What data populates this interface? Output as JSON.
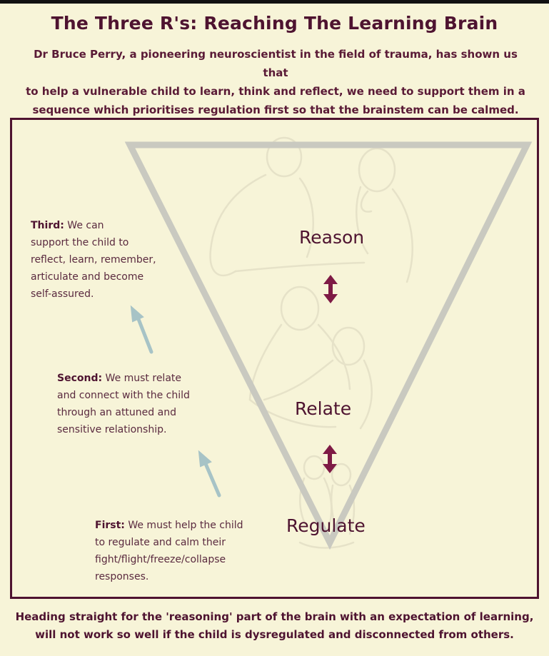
{
  "title": "The Three R's: Reaching The Learning Brain",
  "intro": [
    "Dr Bruce Perry, a pioneering neuroscientist in the field of trauma, has shown us that",
    "to help a vulnerable child to learn, think and reflect, we need to support them in a",
    "sequence which prioritises regulation first so that the brainstem can be calmed."
  ],
  "stages": {
    "reason": "Reason",
    "relate": "Relate",
    "regulate": "Regulate"
  },
  "notes": {
    "third": {
      "lead": "Third:",
      "lines": [
        " We can",
        "support the child to",
        "reflect, learn, remember,",
        "articulate and become",
        "self-assured."
      ]
    },
    "second": {
      "lead": "Second:",
      "lines": [
        " We must relate",
        "and connect with the child",
        "through an attuned and",
        "sensitive relationship."
      ]
    },
    "first": {
      "lead": "First:",
      "lines": [
        " We must help the child",
        "to regulate and calm their",
        "fight/flight/freeze/collapse",
        "responses."
      ]
    }
  },
  "footer": [
    "Heading straight for the 'reasoning' part of the brain with an expectation of learning,",
    "will not work so well if the child is dysregulated and disconnected from others."
  ],
  "colors": {
    "background": "#f7f4d8",
    "accent": "#4e1330",
    "arrow": "#7e1a45",
    "triangle": "#c9c9c0",
    "up_arrow": "#a7c3c6"
  },
  "icons": [
    "double-arrow-icon",
    "up-arrow-icon",
    "figure-illustration"
  ]
}
